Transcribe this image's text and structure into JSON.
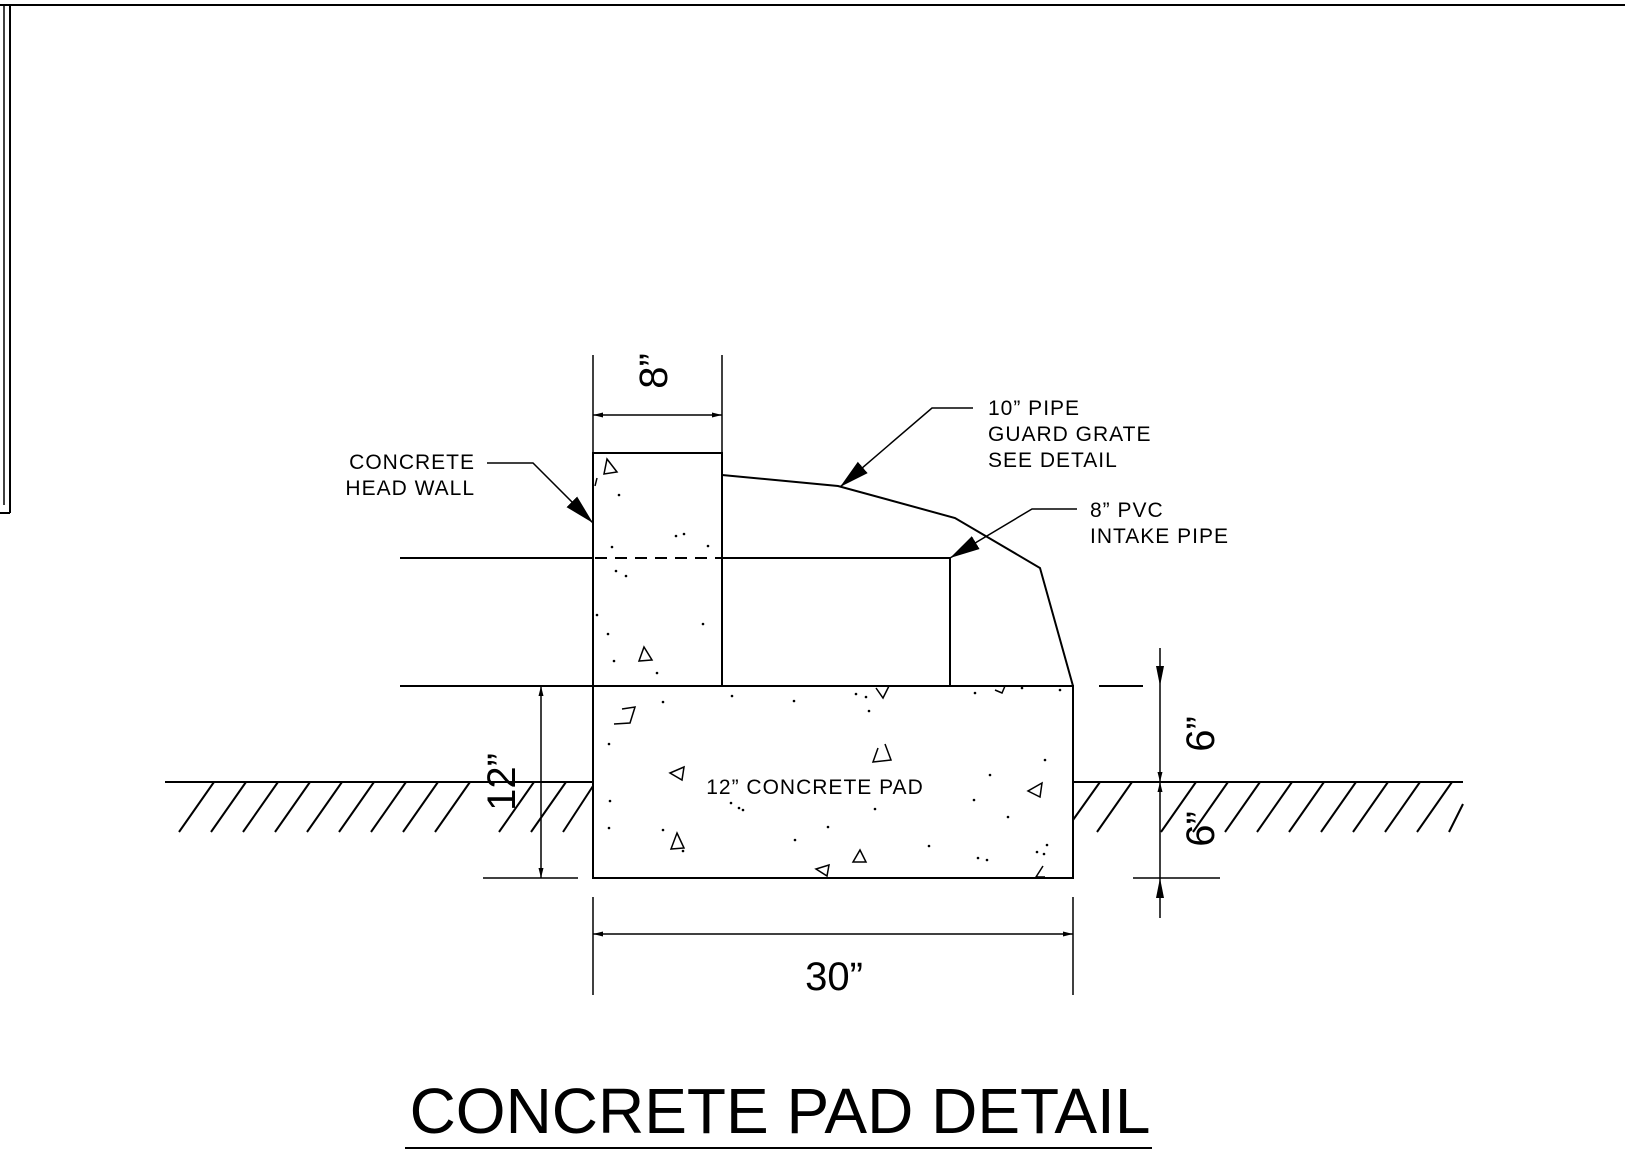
{
  "title": "CONCRETE PAD DETAIL",
  "dimensions": {
    "headwall_width": "8”",
    "pad_width": "30”",
    "pad_depth": "12”",
    "above_grade": "6”",
    "below_grade": "6”"
  },
  "callouts": {
    "head_wall": [
      "CONCRETE",
      "HEAD WALL"
    ],
    "pipe_grate": [
      "10” PIPE",
      "GUARD GRATE",
      "SEE DETAIL"
    ],
    "intake_pipe": [
      "8” PVC",
      "INTAKE PIPE"
    ],
    "pad": "12” CONCRETE PAD"
  },
  "colors": {
    "ink": "#000000",
    "paper": "#ffffff"
  }
}
